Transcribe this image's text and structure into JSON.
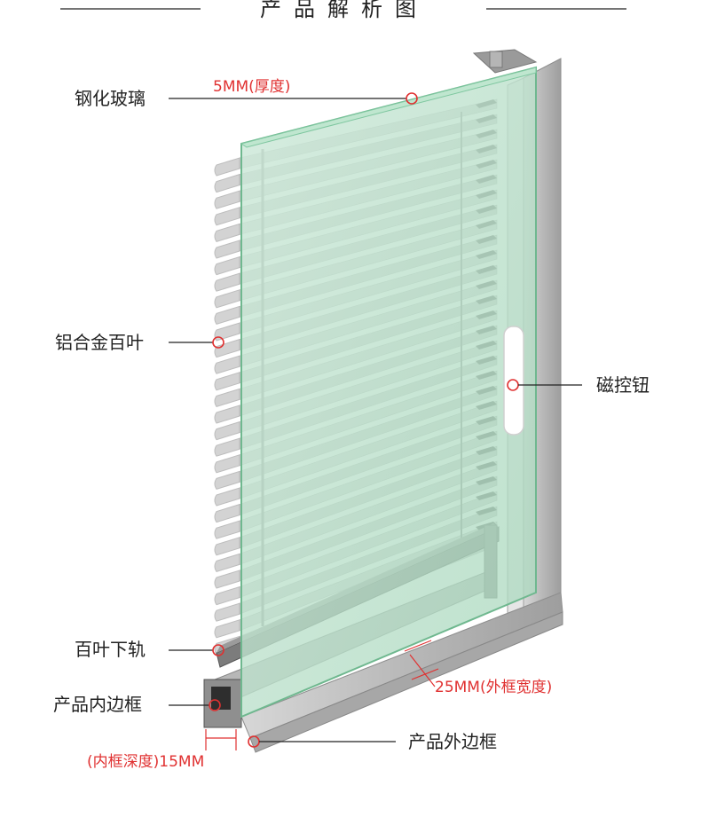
{
  "header": {
    "title": "产品解析图"
  },
  "callouts": {
    "glass": "钢化玻璃",
    "glass_thickness": "5MM(厚度)",
    "blinds": "铝合金百叶",
    "magnet_knob": "磁控钮",
    "bottom_rail": "百叶下轨",
    "inner_frame": "产品内边框",
    "outer_frame_width": "25MM(外框宽度)",
    "outer_frame": "产品外边框",
    "inner_frame_depth": "(内框深度)15MM"
  },
  "colors": {
    "label_text": "#222222",
    "accent_red": "#e03131",
    "glass_green": "#7fc7a0",
    "frame_gray": "#b8b8b8",
    "slat_gray": "#cfcfcf"
  }
}
